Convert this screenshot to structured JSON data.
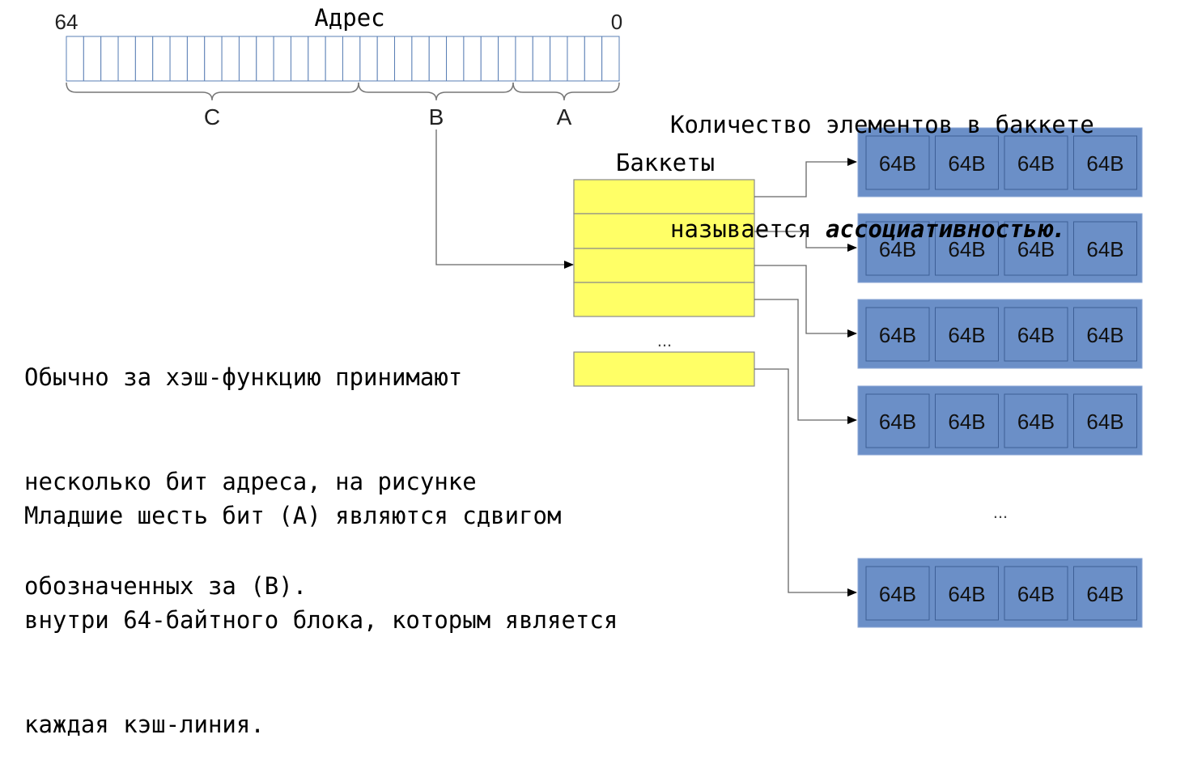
{
  "address": {
    "title": "Адрес",
    "high_bit": "64",
    "low_bit": "0",
    "bit_cells": 32,
    "field_labels": {
      "c": "C",
      "b": "B",
      "a": "A"
    }
  },
  "buckets": {
    "title": "Баккеты",
    "ellipsis": "..."
  },
  "cache_lines": {
    "cell_label": "64B",
    "cells_per_row": 4,
    "ellipsis": "..."
  },
  "notes": {
    "assoc_line1": "Количество элементов в баккете",
    "assoc_line2_prefix": "называется ",
    "assoc_line2_emph": "ассоциативностью.",
    "hash_line1": "Обычно за хэш-функцию принимают",
    "hash_line2": "несколько бит адреса, на рисунке",
    "hash_line3": "обозначенных за (B).",
    "offset_line1": "Младшие шесть бит (A) являются сдвигом",
    "offset_line2": "внутри 64-байтного блока, которым является",
    "offset_line3": "каждая кэш-линия."
  },
  "colors": {
    "bucket_fill": "#ffff66",
    "cache_fill": "#6b8fc7",
    "cache_cell_stroke": "#3d5f96",
    "line": "#666666"
  }
}
